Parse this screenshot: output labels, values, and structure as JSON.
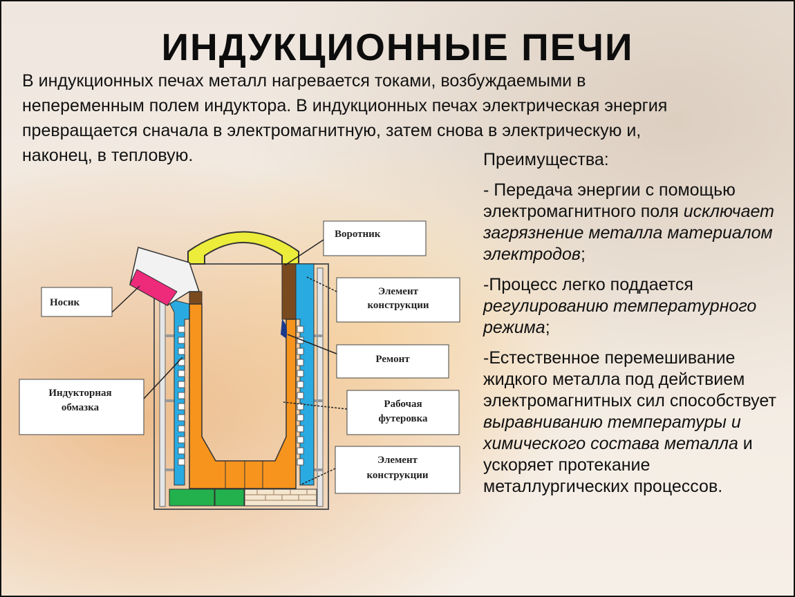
{
  "title": "ИНДУКЦИОННЫЕ ПЕЧИ",
  "intro": {
    "line1": "В индукционных печах металл нагревается токами, возбуждаемыми в",
    "line2": "непеременным полем индуктора. В индукционных печах электрическая энергия",
    "line3": "превращается сначала в электромагнитную, затем снова в электрическую и,",
    "line4": "наконец, в тепловую."
  },
  "advantages": {
    "heading": "Преимущества:",
    "item1": {
      "a": "- Передача энергии с помощью электромагнитного поля ",
      "b": "исключает загрязнение металла материалом электродов",
      "c": ";"
    },
    "item2": {
      "a": "-Процесс легко поддается ",
      "b": "регулированию температурного режима",
      "c": ";"
    },
    "item3": {
      "a": "-Естественное перемешивание жидкого металла под действием электромагнитных сил способствует ",
      "b": "выравниванию температуры и химического состава металла",
      "c": " и ускоряет протекание металлургических процессов."
    }
  },
  "diagram_labels": {
    "vorotnik": "Воротник",
    "nosik": "Носик",
    "element1_l1": "Элемент",
    "element1_l2": "конструкции",
    "remont": "Ремонт",
    "induktor_l1": "Индукторная",
    "induktor_l2": "обмазка",
    "rabochaya_l1": "Рабочая",
    "rabochaya_l2": "футеровка",
    "element2_l1": "Элемент",
    "element2_l2": "конструкции"
  },
  "colors": {
    "collar": "#ecec3a",
    "spout": "#ee2a7b",
    "lining": "#f7941d",
    "inductor_coating": "#29abe2",
    "base_green": "#22b14c",
    "brown": "#7a4a1f"
  }
}
